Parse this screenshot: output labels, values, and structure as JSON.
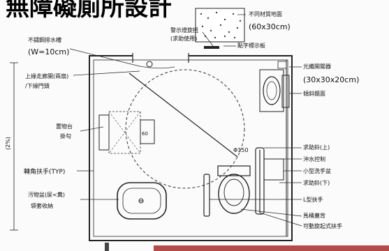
{
  "title": "無障礙廁所設計",
  "labels": {
    "floor_material": "不同材質地面",
    "floor_material_size": "(60x30cm)",
    "warning_light": "警示燈旋扭",
    "warning_light_sub": "(求助使用)",
    "braille_plate": "點字標示板",
    "slope_channel": "不鏽鋼排水槽",
    "slope_channel_w": "(W=10cm)",
    "light_sensor": "光纖開關器",
    "light_sensor_size": "(30x30x20cm)",
    "door_upper": "上緣走廊開(兩扇)",
    "door_lower": "/下緣門頭",
    "mirror": "傾斜鏡面",
    "shelf": "置物台",
    "sink_hook": "掛勾",
    "call_upper": "求助鈴(上)",
    "flush": "沖水控制",
    "small_sink": "小型洗手盆",
    "call_lower": "求助鈴(下)",
    "handrail_note": "轉角扶手(TYP)",
    "l_handrail": "L型扶手",
    "dirt_bin": "污物盆(尿<糞)",
    "dirt_bin_sub": "袋套收納",
    "toilet_seat": "馬桶蓋背",
    "fold_handrail": "可動旋起式扶手",
    "dim_left": "(2%)",
    "circle_label": "Φ150",
    "rect_label": "60"
  }
}
